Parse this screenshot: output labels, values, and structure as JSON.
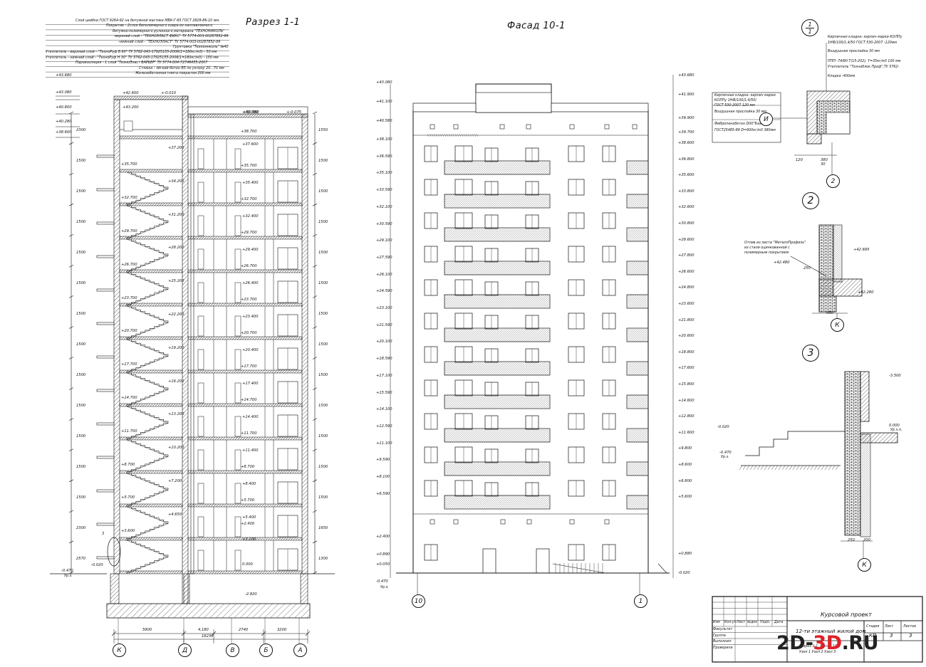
{
  "titles": {
    "section": "Разрез 1-1",
    "facade": "Фасад 10-1"
  },
  "roof_spec": [
    "Слой цевбки ГОСТ 9264-92 на битумной мастике МБК-Г-65 ГОСТ 2828-86-10 мм.",
    "Покрытие - 2слоя биполимерного ковра из наплавляемого",
    "битумно-полимерного рулонного материала \"ТЕХНОНИКОЛЬ\"",
    "-верхний слой - \"ТЕХНОЭЛАСТ ФИКС\" ТУ 5774-003-00287852-99",
    "-нижний слой - \"ТЕХНОЭЛАСТ\" ТУ 5774-003-00287852-99",
    "Грунтовка \"Техноннколь\" №41",
    "Утеплитель - верхний слой - \"ТехноРуф В 60\" ТУ 5762-043-17925155-2006(1=180кг/м3) - 50 мм",
    "Утеплитель - нижний слой - \"ТехноРуф Н 30\" ТУ 5762-043-17925155-2006(1=180кг/м3) - 150 мм",
    "Пароизоляция - 1 слой \"ТехноЭласт БАРЬЕР\" ТУ 5774-004-72746455-2007",
    "Стяжка - лёгкий бетон В5 по уклону 20...70 мм",
    "Железобетонная плита покрытия 200 мм"
  ],
  "section_left_levels": [
    "+43.680",
    "+43.080",
    "+40.800",
    "+40.280",
    "+38.600"
  ],
  "section_stair_levels": [
    "+37.200",
    "+35.700",
    "+34.200",
    "+32.700",
    "+31.200",
    "+29.700",
    "+28.200",
    "+26.700",
    "+25.200",
    "+23.700",
    "+22.200",
    "+20.700",
    "+19.200",
    "+17.700",
    "+16.200",
    "+14.700",
    "+13.200",
    "+11.700",
    "+10.200",
    "+8.700",
    "+7.200",
    "+5.700",
    "+4.650",
    "+3.600"
  ],
  "section_right_levels": [
    "+40.080",
    "+38.700",
    "+37.600",
    "+35.700",
    "+35.400",
    "+32.700",
    "+32.400",
    "+29.700",
    "+29.400",
    "+26.700",
    "+26.400",
    "+23.700",
    "+23.400",
    "+20.700",
    "+20.400",
    "+17.700",
    "+17.400",
    "+14.700",
    "+14.400",
    "+11.700",
    "+11.400",
    "+8.700",
    "+8.400",
    "+5.700",
    "+5.400",
    "+2.400",
    "+3.100",
    "0.000",
    "-2.820"
  ],
  "section_misc": {
    "top_mark": "+42.600",
    "top_left": "+43.200",
    "inner_mark": "+-0.075",
    "roof_mark": "+40.580",
    "roof_mark2": "+-0.010",
    "ground_left": "-0.470",
    "ground_left_sub": "Ур.з.",
    "ground_left2": "-0.020",
    "callout": "3"
  },
  "section_left_dims": [
    "2300",
    "1500",
    "1500",
    "1500",
    "1500",
    "1500",
    "1500",
    "1500",
    "1500",
    "1500",
    "1500",
    "1500",
    "1500",
    "2300",
    "2570"
  ],
  "section_right_dims": [
    "1550",
    "1500",
    "1500",
    "1500",
    "1500",
    "1500",
    "1500",
    "1500",
    "1500",
    "1500",
    "1500",
    "1500",
    "1500",
    "1650",
    "1300"
  ],
  "section_bottom_dims": [
    "5900",
    "4,180",
    "2740",
    "3200"
  ],
  "section_total_dim": "16230",
  "section_axes": [
    "К",
    "Д",
    "В",
    "Б",
    "А"
  ],
  "facade_left_levels": [
    "+43.080",
    "+41.100",
    "+40.580",
    "+38.100",
    "+36.590",
    "+35.100",
    "+33.590",
    "+32.100",
    "+30.590",
    "+29.100",
    "+27.590",
    "+26.100",
    "+24.590",
    "+23.100",
    "+21.590",
    "+20.100",
    "+18.590",
    "+17.100",
    "+15.590",
    "+14.100",
    "+12.590",
    "+11.100",
    "+9.590",
    "+8.100",
    "+6.590",
    "+2.400",
    "+0.890",
    "+0.050",
    "-0.470"
  ],
  "facade_left_ground_sub": "Ур.з.",
  "facade_right_levels": [
    "+43.680",
    "+41.900",
    "+39.900",
    "+39.700",
    "+38.600",
    "+36.800",
    "+35.600",
    "+33.800",
    "+32.600",
    "+30.800",
    "+29.600",
    "+27.800",
    "+26.600",
    "+24.800",
    "+23.600",
    "+21.800",
    "+20.600",
    "+18.800",
    "+17.600",
    "+15.800",
    "+14.600",
    "+12.800",
    "+11.600",
    "+9.800",
    "+8.600",
    "+6.800",
    "+5.600",
    "+0.880",
    "-0.020"
  ],
  "facade_axes": [
    "10",
    "1"
  ],
  "node1": {
    "label": "1",
    "sub": "1",
    "notes": [
      "Кирпичная кладка- кирпич марки КОЛПу",
      "1НФ/100/1,4/50 ГОСТ 530-2007 -120мм",
      "Воздушная прослойка 30 мм",
      "ППП- 74/80 Т(15-202), Y=35кг/м3 100 мм",
      "Утеплитель \"Техноблок Проф\",ТУ 5762-",
      "Кладка -400мм"
    ],
    "box_notes": [
      "Кирпичная кладка- кирпич марки",
      "КОЛПу 1НФ/100/1,4/50/",
      "ГОСТ 530-2007    120 мм",
      "Воздушная прослойка 30 мм",
      "Фибропенобетон D00\"Базе-1М\"",
      "ГОСТ25485-89 D=900кг/м3      380мм"
    ],
    "axis": "И",
    "dims": [
      "120",
      "380",
      "30"
    ],
    "bottom_callout": "2"
  },
  "node2": {
    "label": "2",
    "note_lines": [
      "Отлив из листа \"МеталлПрофиль\"",
      "из стали оцинкованной с",
      "полимерным покрытием"
    ],
    "mark_top": "+42.695",
    "mark_mid": "+42.480",
    "mark_low": "+42.280",
    "dim_h": "250",
    "dim_w": "450",
    "axis": "К"
  },
  "node3": {
    "label": "3",
    "mark_top": "-3.500",
    "mark_ground": "-0.020",
    "mark_ground2": "-0.470",
    "mark_ground2_sub": "Ур.з.",
    "mark_floor": "0.000",
    "mark_floor_sub": "Ур.ч.п.",
    "dims": [
      "250",
      "200"
    ],
    "axis": "К"
  },
  "stamp": {
    "title": "Курсовой проект",
    "building": "12-ти этажный жилой дом",
    "cols": [
      "Изм",
      "Кол.уч",
      "Лист",
      "№док",
      "Подп.",
      "Дата"
    ],
    "rows": [
      "Факультет",
      "Группа",
      "Выполнил",
      "Проверила"
    ],
    "stage_cols": [
      "Стадия",
      "Лист",
      "Листов"
    ],
    "stage_vals": [
      "КП",
      "3",
      "3"
    ],
    "bottom_line": "Разрез 1-1, Фасад 10-1",
    "bottom_line2": "Узел 1 Узел 2 Узел 3"
  },
  "watermark": {
    "pre": "2D-",
    "mid": "3D",
    "post": ".RU"
  }
}
